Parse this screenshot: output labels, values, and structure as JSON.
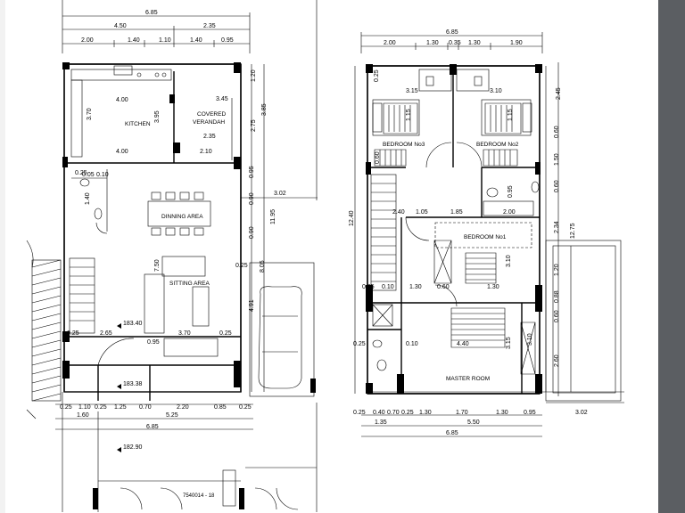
{
  "ground_floor": {
    "dims_top": {
      "overall": "6.85",
      "row2": [
        "4.50",
        "2.35"
      ],
      "row3": [
        "2.00",
        "1.40",
        "1.10",
        "1.40",
        "0.95"
      ]
    },
    "dims_inner": [
      "4.00",
      "3.45",
      "3.70",
      "3.95",
      "2.35",
      "2.10",
      "4.00",
      "2.75",
      "3.85",
      "1.20",
      "3.02",
      "11.95",
      "7.50",
      "8.05",
      "4.91",
      "0.90",
      "0.90",
      "0.95",
      "0.25",
      "0.25",
      "2.65",
      "3.70",
      "0.25",
      "0.95",
      "0.05",
      "0.10",
      "0.25",
      "1.40"
    ],
    "dims_bottom": {
      "row1": [
        "0.25",
        "1.10",
        "0.25",
        "1.25",
        "0.70",
        "2.20",
        "0.85",
        "0.25"
      ],
      "row2": [
        "1.60",
        "5.25"
      ],
      "row3": "6.85"
    },
    "levels": [
      "183.40",
      "183.38",
      "182.90"
    ],
    "rooms": {
      "kitchen": "KITCHEN",
      "verandah_1": "COVERED",
      "verandah_2": "VERANDAH",
      "dining": "DINNING AREA",
      "sitting": "SITTING AREA"
    },
    "stamp": "7540014 - 18"
  },
  "first_floor": {
    "dims_top": {
      "overall": "6.85",
      "row2": [
        "2.00",
        "1.30",
        "0.35",
        "1.30",
        "1.90"
      ]
    },
    "dims_inner": [
      "3.15",
      "3.10",
      "0.25",
      "1.05",
      "1.85",
      "2.00",
      "1.30",
      "0.60",
      "1.30",
      "4.40",
      "3.10",
      "3.15",
      "0.25",
      "0.10",
      "0.10",
      "0.25",
      "1.15",
      "1.15",
      "0.95",
      "0.60",
      "2.40",
      "3.10"
    ],
    "dims_right": [
      "2.45",
      "0.60",
      "1.50",
      "0.60",
      "2.34",
      "1.20",
      "0.88",
      "0.60",
      "2.60",
      "12.75"
    ],
    "dims_left": "12.40",
    "dims_bottom": {
      "row1": [
        "0.25",
        "0.40",
        "0.70",
        "0.25",
        "1.30",
        "1.70",
        "1.30",
        "0.95"
      ],
      "row2": [
        "1.35",
        "5.50"
      ],
      "row3": "6.85",
      "side": "3.02"
    },
    "rooms": {
      "bedroom3": "BEDROOM No3",
      "bedroom2": "BEDROOM No2",
      "bedroom1": "BEDROOM No1",
      "master": "MASTER ROOM"
    }
  }
}
